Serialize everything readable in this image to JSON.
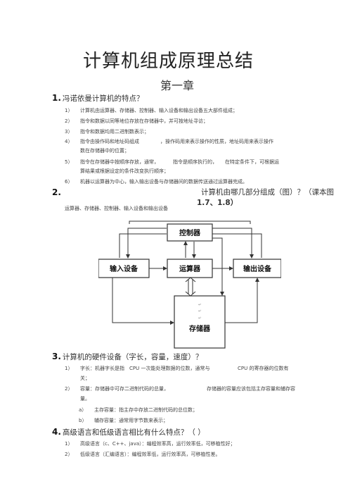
{
  "title": "计算机组成原理总结",
  "chapter": "第一章",
  "q1": {
    "num": "1.",
    "text": "冯诺依曼计算机的特点？",
    "items": [
      {
        "num": "1）",
        "text": "计算机由运算器、存储器、控制器、输入设备和输出设备五大部件组成；"
      },
      {
        "num": "2）",
        "text": "指令和数据以同等地位存放在存储器中，并可按地址寻访；"
      },
      {
        "num": "3）",
        "text": "指令和数据均用二进制数表示；"
      },
      {
        "num": "4）",
        "text": "指令由操作码和地址码组成",
        "text2": "，操作码用来表示操作的性质，地址码用来表示操作",
        "cont": "数在存储器中的位置；"
      },
      {
        "num": "5）",
        "text": "指令在存储器中按顺序存放，通常，",
        "text2": "指令是顺序执行的，",
        "text3": "在特定条件下，可根据运",
        "cont": "算结果或根据设定的条件改变执行顺序；"
      },
      {
        "num": "6）",
        "text": "机器以运算器为中心，输入输出设备与存储器间的数据传送通过运算器完成。"
      }
    ]
  },
  "q2": {
    "num": "2.",
    "text": "计算机由哪几部分组成（图）？（课本图",
    "text_cont": "1.7、1.8）",
    "answer": "运算器、存储器、控制器、输入设备和输出设备"
  },
  "diagram": {
    "controller": "控制器",
    "input": "输入设备",
    "alu": "运算器",
    "output": "输出设备",
    "memory": "存储器",
    "marks": [
      "↵",
      "↵",
      "↵"
    ]
  },
  "q3": {
    "num": "3.",
    "text": "计算机的硬件设备（字长，容量，速度）？",
    "items": [
      {
        "num": "1）",
        "text": "字长：机器字长是指",
        "text2": "CPU 一次能处理数据的位数，通常与",
        "text3": "CPU 的寄存器的位数有",
        "cont": "关；"
      },
      {
        "num": "2）",
        "text": "容量：存储器中可存二进制代码的总量，",
        "text2": "存储器的容量应该包括主存容量和辅存容",
        "cont": "量。"
      }
    ],
    "subitems": [
      {
        "num": "a）",
        "text": "主存容量：指主存中存放二进制代码的总位数；"
      },
      {
        "num": "b）",
        "text": "辅存容量：通常用字节数来表示；"
      }
    ]
  },
  "q4": {
    "num": "4.",
    "text": "高级语言和低级语言相比有什么特点？（    ）",
    "items": [
      {
        "num": "1）",
        "text": "高级语言（c、C++、java）：编程效率高，运行效率低，可移植性好；"
      },
      {
        "num": "2）",
        "text": "低级语言（汇编语言）：编程效率低，运行效率高，可移植性差。"
      }
    ]
  }
}
